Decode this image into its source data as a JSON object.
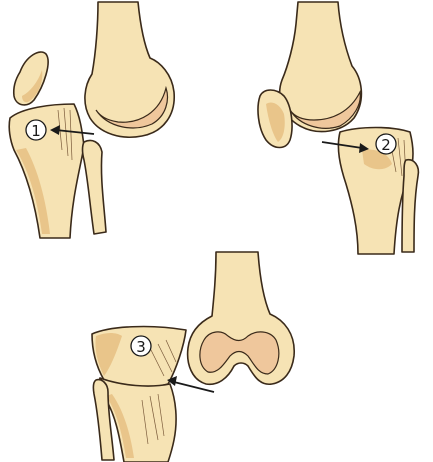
{
  "markers": [
    {
      "id": "1",
      "label": "1"
    },
    {
      "id": "2",
      "label": "2"
    },
    {
      "id": "3",
      "label": "3"
    }
  ],
  "colors": {
    "bone": "#f6e3b4",
    "bone_shade": "#e9c58a",
    "articular": "#efc79c",
    "outline": "#3a2a1a"
  }
}
